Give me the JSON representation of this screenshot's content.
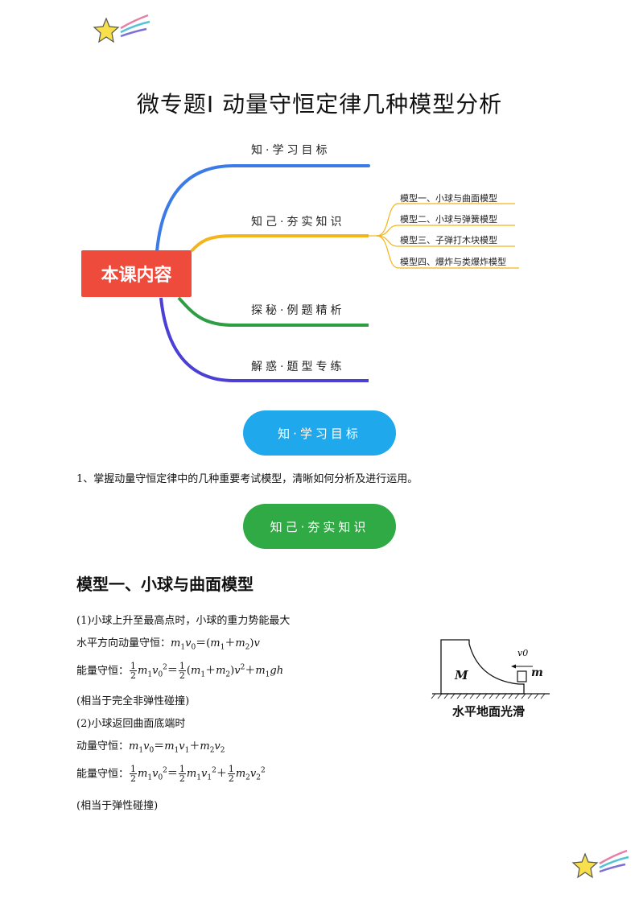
{
  "title": "微专题Ⅰ   动量守恒定律几种模型分析",
  "mindmap": {
    "center": "本课内容",
    "branches": [
      "知·学习目标",
      "知己·夯实知识",
      "探秘·例题精析",
      "解惑·题型专练"
    ],
    "sub_items": [
      "模型一、小球与曲面模型",
      "模型二、小球与弹簧模型",
      "模型三、子弹打木块模型",
      "模型四、爆炸与类爆炸模型"
    ],
    "colors": {
      "blue": "#3b7be8",
      "yellow": "#f3b51b",
      "green": "#2e9e44",
      "indigo": "#4b3fd6",
      "red": "#ee4b3c"
    }
  },
  "pill_1": {
    "label": "知·学习目标",
    "color": "#1fa9ec"
  },
  "objective": "1、掌握动量守恒定律中的几种重要考试模型，清晰如何分析及进行运用。",
  "pill_2": {
    "label": "知己·夯实知识",
    "color": "#2faa44"
  },
  "section_heading": "模型一、小球与曲面模型",
  "case_1": {
    "heading": "(1)小球上升至最高点时，小球的重力势能最大",
    "momentum_label": "水平方向动量守恒：",
    "energy_label": "能量守恒：",
    "note": "(相当于完全非弹性碰撞)"
  },
  "case_2": {
    "heading": "(2)小球返回曲面底端时",
    "momentum_label": "动量守恒：",
    "energy_label": "能量守恒：",
    "note": "(相当于弹性碰撞)"
  },
  "figure": {
    "big_mass": "M",
    "small_mass": "m",
    "velocity": "v0",
    "caption": "水平地面光滑"
  }
}
